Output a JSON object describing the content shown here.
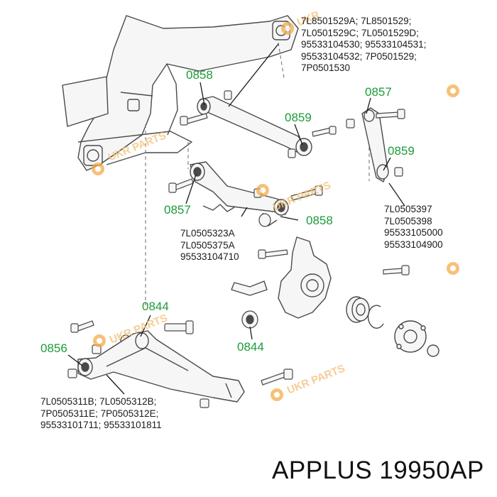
{
  "part_groups": {
    "upper_link": [
      "7L8501529A; 7L8501529;",
      "7L0501529C; 7L0501529D;",
      "95533104530; 95533104531;",
      "95533104532; 7P0501529;",
      "7P0501530"
    ],
    "toe_link": [
      "7L0505397",
      "7L0505398",
      "95533105000",
      "95533104900"
    ],
    "middle_link": [
      "7L0505323A",
      "7L0505375A",
      "95533104710"
    ],
    "lower_arm": [
      "7L0505311B; 7L0505312B;",
      "7P0505311E; 7P0505312E;",
      "95533101711; 95533101811"
    ]
  },
  "callouts": {
    "c0858_top": "0858",
    "c0857_right": "0857",
    "c0859_mid": "0859",
    "c0859_right": "0859",
    "c0857_left": "0857",
    "c0858_mid": "0858",
    "c0844_left": "0844",
    "c0844_center": "0844",
    "c0856": "0856"
  },
  "watermarks": [
    "UKR",
    "PARTS"
  ],
  "footer": "APPLUS 19950AP",
  "colors": {
    "callout": "#1d9b3a",
    "line": "#4a4a4a",
    "fill": "#f6f6f6",
    "watermark": "#f2c27a"
  }
}
